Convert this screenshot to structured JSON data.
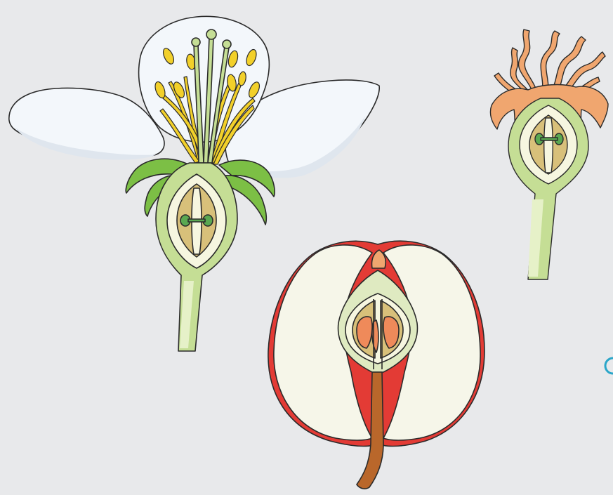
{
  "diagram": {
    "panels": [
      {
        "id": "flower",
        "icon": "apple-blossom-cross-section-icon"
      },
      {
        "id": "withered-flower",
        "icon": "withered-blossom-cross-section-icon"
      },
      {
        "id": "apple",
        "icon": "apple-fruit-cross-section-icon"
      }
    ],
    "colors": {
      "background": "#e8e9eb",
      "outline": "#2b2b2b",
      "petal": "#f3f7fb",
      "petal_shadow": "#dfe6ee",
      "stem_green": "#c5de95",
      "stem_light": "#e6f1c8",
      "sepal_green": "#7cbf45",
      "stamen_yellow": "#f2d02a",
      "ovary_tan": "#d8c07a",
      "ovule_green": "#5aa851",
      "apple_red": "#e33b35",
      "apple_flesh": "#f6f6e9",
      "apple_core": "#dfeac1",
      "seed_orange": "#ef8a5a",
      "stalk_brown": "#b9672b",
      "withered_orange": "#f0a66f",
      "edge_marker": "#2aa6c9"
    }
  }
}
